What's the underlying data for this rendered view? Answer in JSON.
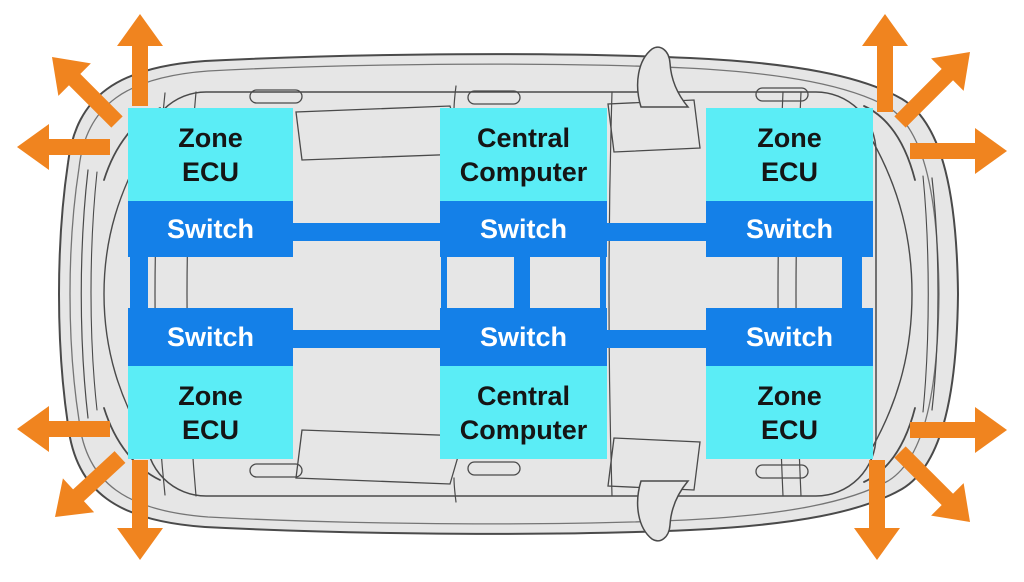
{
  "boxes": {
    "top_left": {
      "device_line1": "Zone",
      "device_line2": "ECU",
      "switch_label": "Switch"
    },
    "top_center": {
      "device_line1": "Central",
      "device_line2": "Computer",
      "switch_label": "Switch"
    },
    "top_right": {
      "device_line1": "Zone",
      "device_line2": "ECU",
      "switch_label": "Switch"
    },
    "bottom_left": {
      "switch_label": "Switch",
      "device_line1": "Zone",
      "device_line2": "ECU"
    },
    "bottom_center": {
      "switch_label": "Switch",
      "device_line1": "Central",
      "device_line2": "Computer"
    },
    "bottom_right": {
      "switch_label": "Switch",
      "device_line1": "Zone",
      "device_line2": "ECU"
    }
  },
  "icons": {
    "outward_arrow": "orange arrow pointing away from each corner zone ECU (12 total)"
  },
  "colors": {
    "background": "#ffffff",
    "node_fill": "#5bedf6",
    "switch_fill": "#1480e8",
    "link": "#1480e8",
    "arrow": "#f0841f",
    "car_fill": "#e6e6e6",
    "car_line": "#4a4a4a",
    "car_line_light": "#757575",
    "text_dark": "#151515",
    "text_light": "#ffffff"
  }
}
